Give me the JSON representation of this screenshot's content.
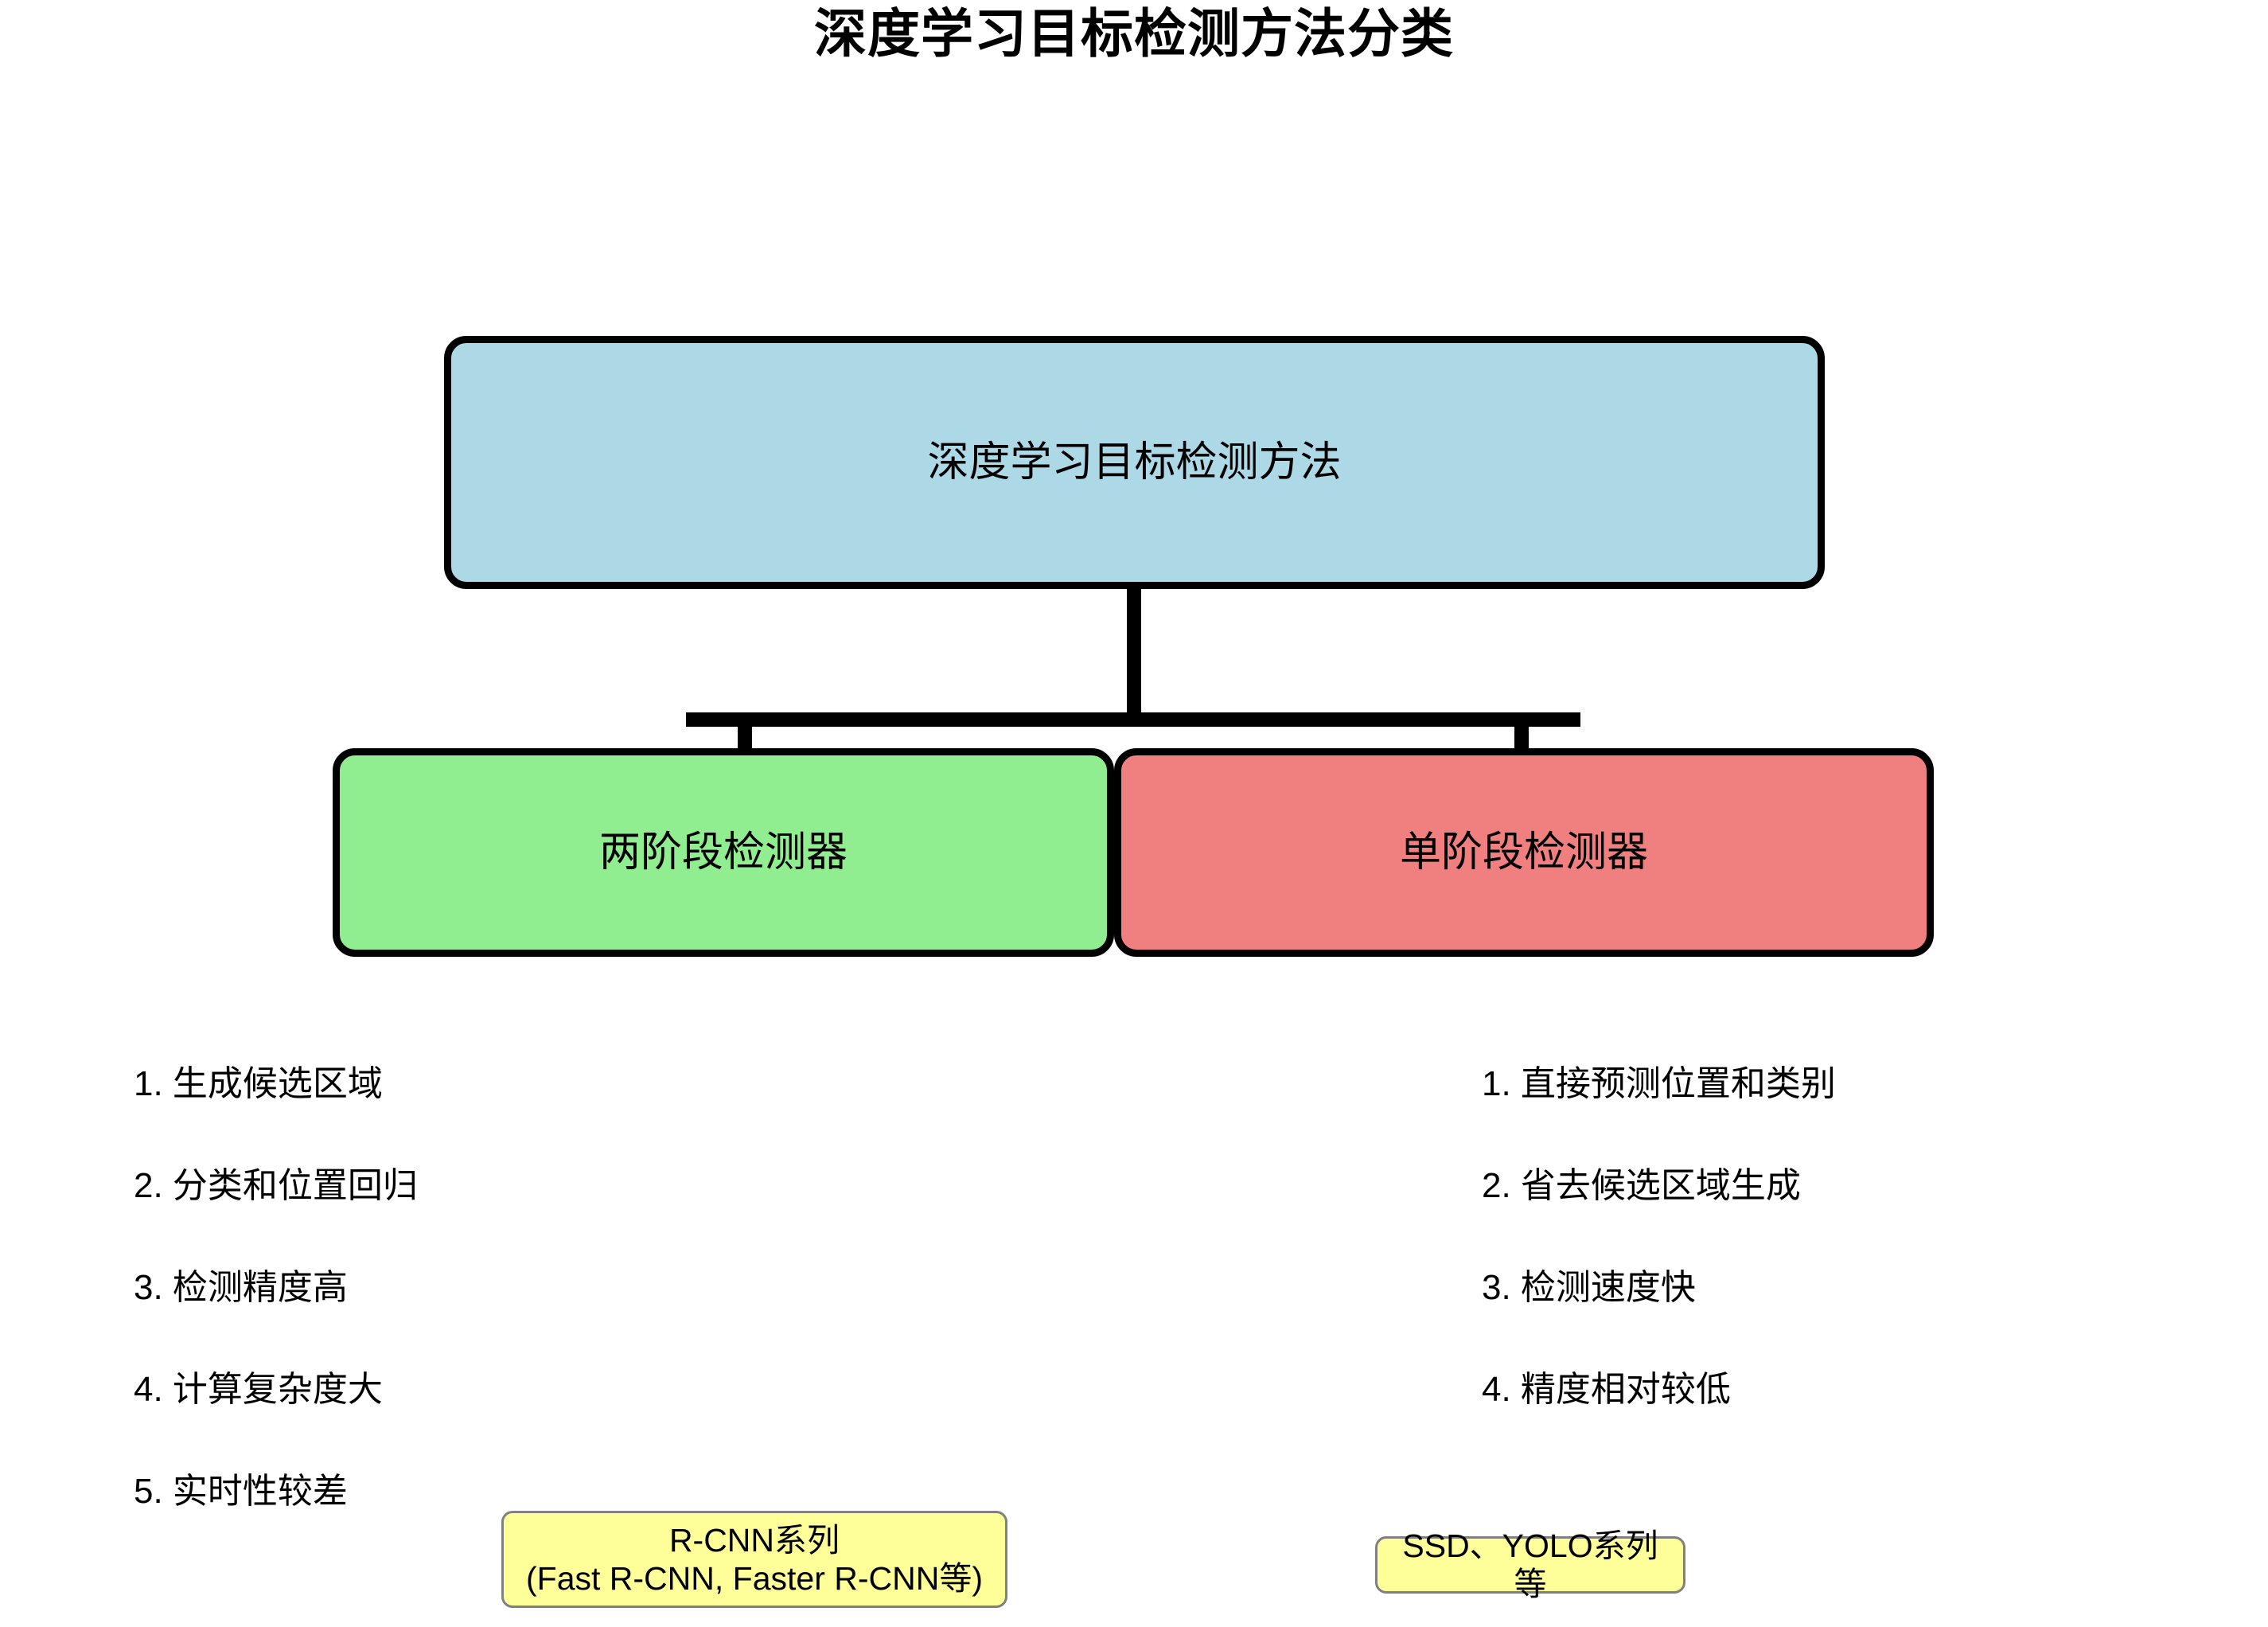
{
  "title": "深度学习目标检测方法分类",
  "root": {
    "label": "深度学习目标检测方法",
    "color": "#ADD8E6"
  },
  "branches": [
    {
      "id": "two-stage",
      "label": "两阶段检测器",
      "color": "#90EE90",
      "features": [
        "1. 生成候选区域",
        "2. 分类和位置回归",
        "3. 检测精度高",
        "4. 计算复杂度大",
        "5. 实时性较差"
      ],
      "badge": "R-CNN系列\n(Fast R-CNN, Faster R-CNN等)"
    },
    {
      "id": "one-stage",
      "label": "单阶段检测器",
      "color": "#F08080",
      "features": [
        "1. 直接预测位置和类别",
        "2. 省去候选区域生成",
        "3. 检测速度快",
        "4. 精度相对较低"
      ],
      "badge": "SSD、YOLO系列等"
    }
  ],
  "badge_style": {
    "fill": "#FFFF99",
    "stroke": "#808080"
  },
  "connector_color": "#000000",
  "background": "#FFFFFF"
}
